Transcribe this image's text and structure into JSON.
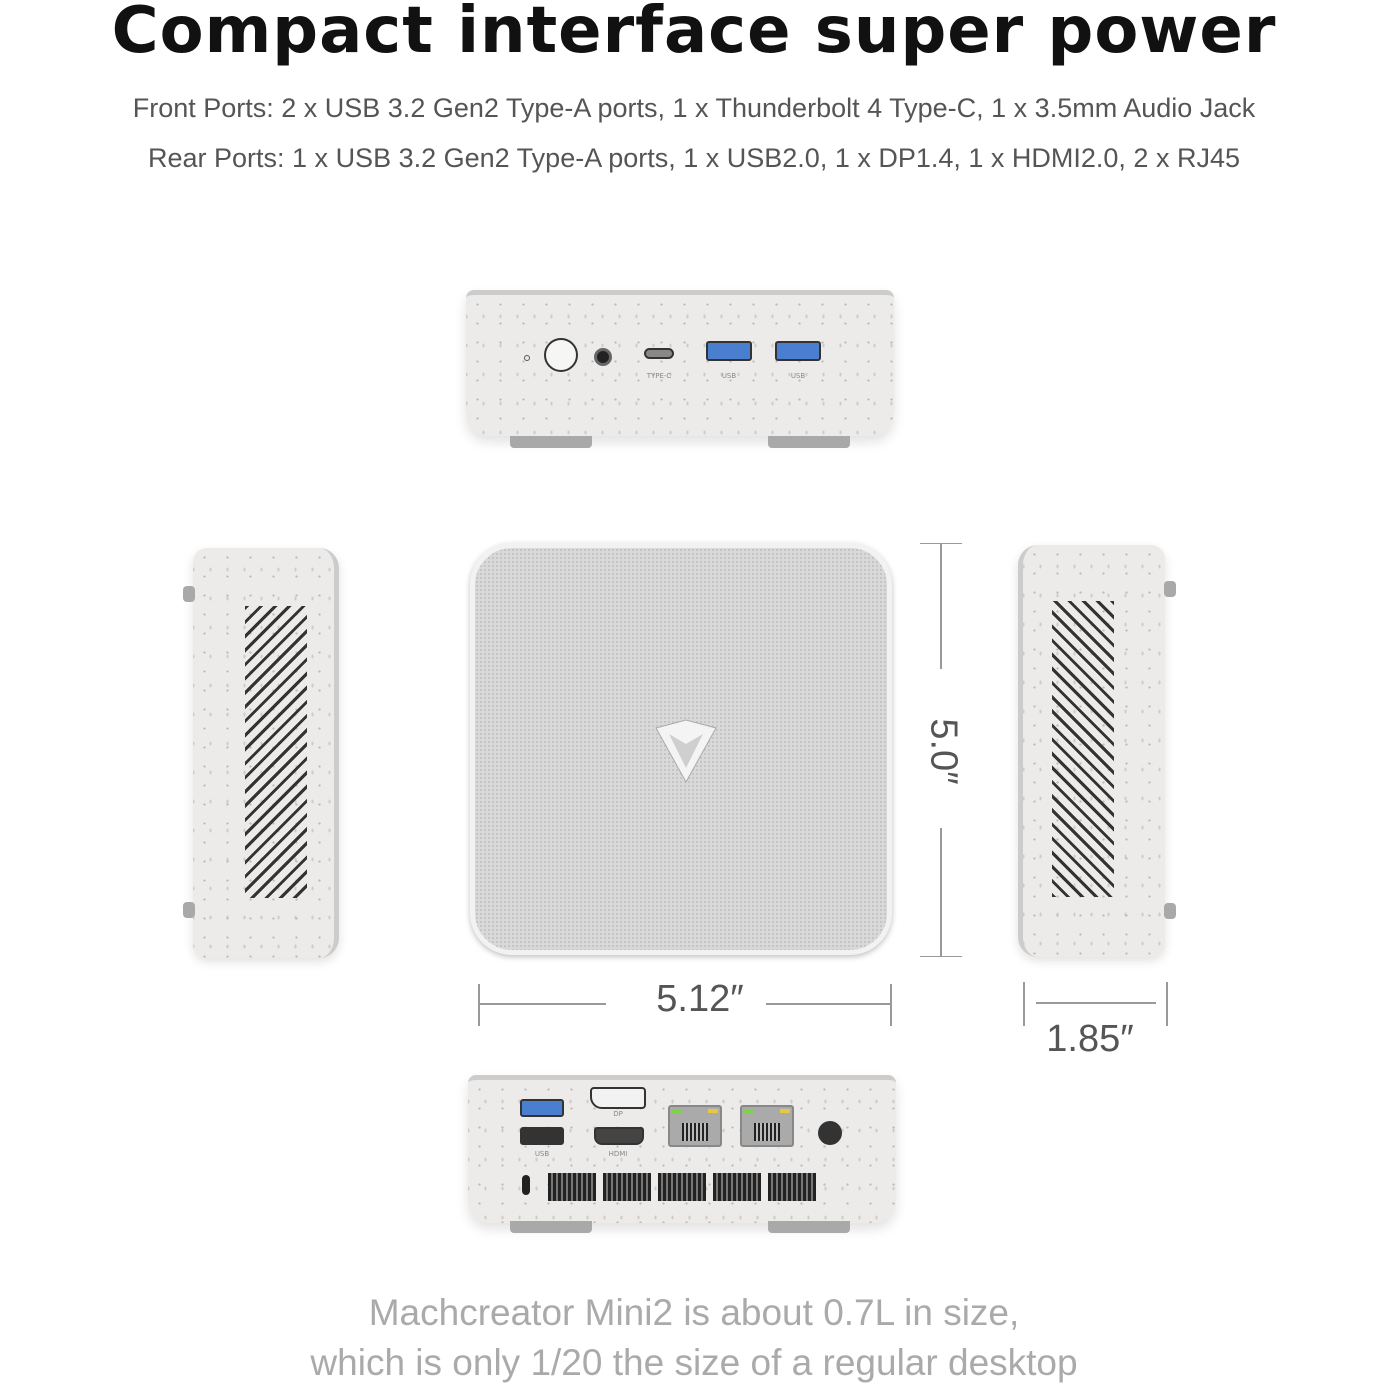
{
  "title": "Compact interface super power",
  "front_ports": "Front Ports:  2 x USB 3.2 Gen2 Type-A ports, 1 x Thunderbolt 4 Type-C, 1 x 3.5mm Audio Jack",
  "rear_ports": "Rear Ports:  1 x USB 3.2 Gen2 Type-A ports, 1 x USB2.0, 1 x DP1.4, 1 x HDMI2.0, 2 x RJ45",
  "front_labels": {
    "typec": "TYPE-C",
    "usb1": "USB",
    "usb2": "USB"
  },
  "rear_labels": {
    "usb": "USB",
    "dp": "DP",
    "hdmi": "HDMI"
  },
  "dimensions": {
    "depth": "5.0″",
    "width": "5.12″",
    "height": "1.85″"
  },
  "bottom_text": {
    "line1": "Machcreator Mini2 is about 0.7L in size,",
    "line2": "which is only 1/20 the size of a regular desktop"
  },
  "colors": {
    "usb3_blue": "#4a7fd0",
    "body": "#ecebe9",
    "led_green": "#7fd04a",
    "led_yellow": "#e8c840"
  }
}
